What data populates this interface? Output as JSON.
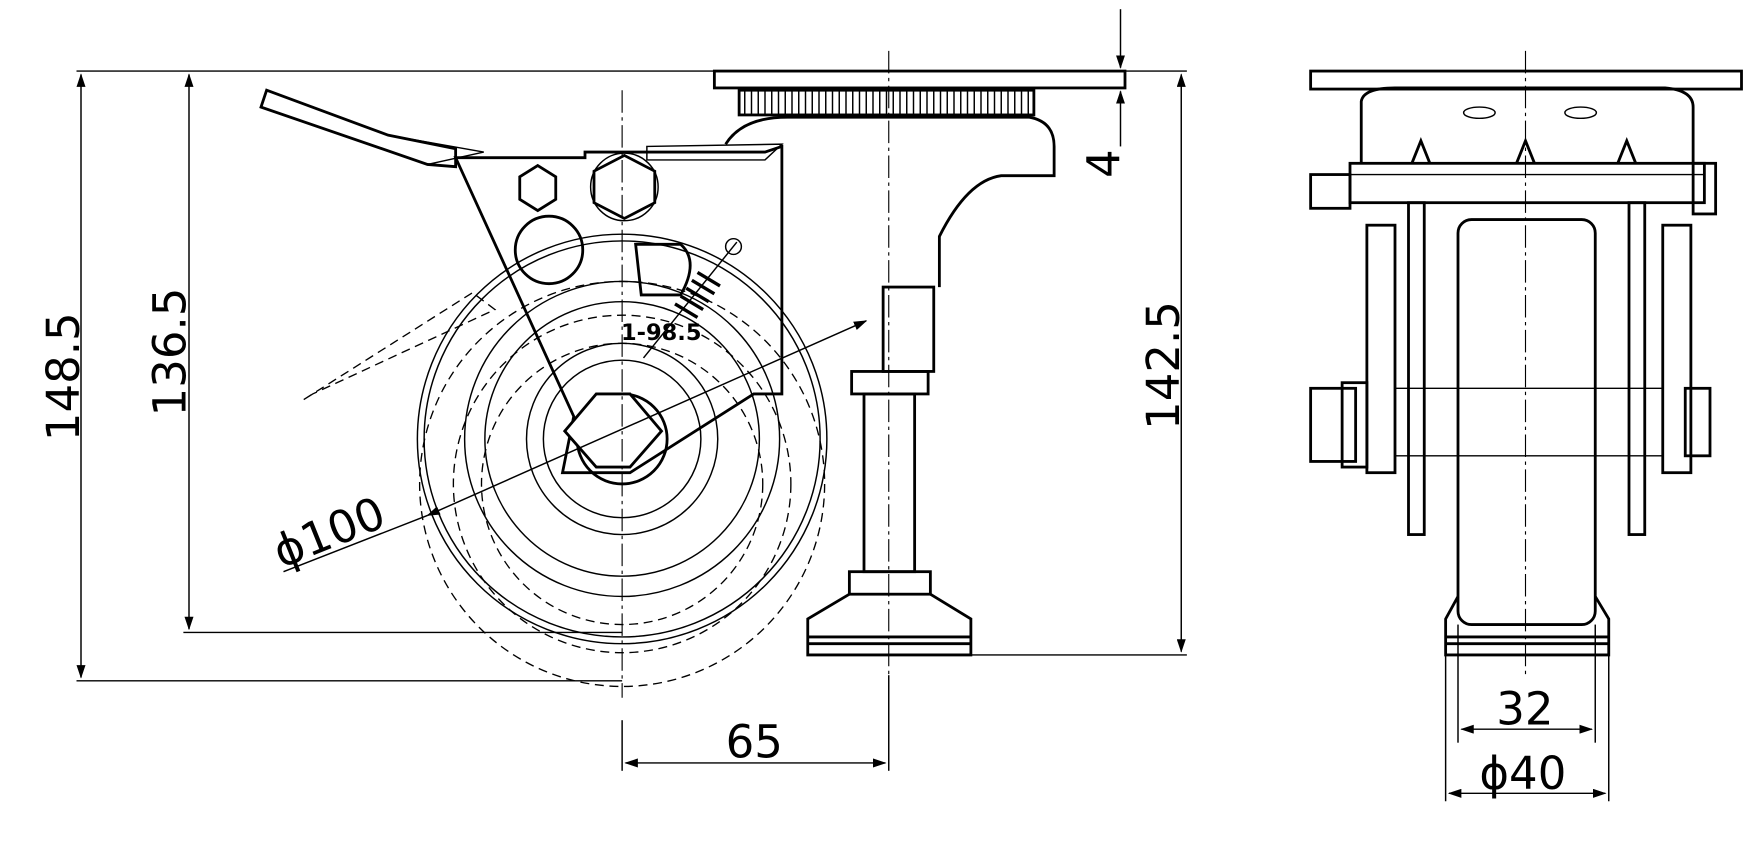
{
  "drawing": {
    "title": "Leveling swivel caster with brake - dimension drawing",
    "side_view": {
      "dimensions": {
        "overall_height": "148.5",
        "wheel_height": "136.5",
        "leveler_height": "142.5",
        "plate_thickness": "4",
        "wheel_diameter": "ϕ100",
        "offset": "65",
        "spring_label": "1-98.5"
      }
    },
    "front_view": {
      "dimensions": {
        "tread_width": "32",
        "hub_width": "ϕ40"
      }
    },
    "colors": {
      "line": "#000000",
      "background": "#ffffff"
    }
  }
}
